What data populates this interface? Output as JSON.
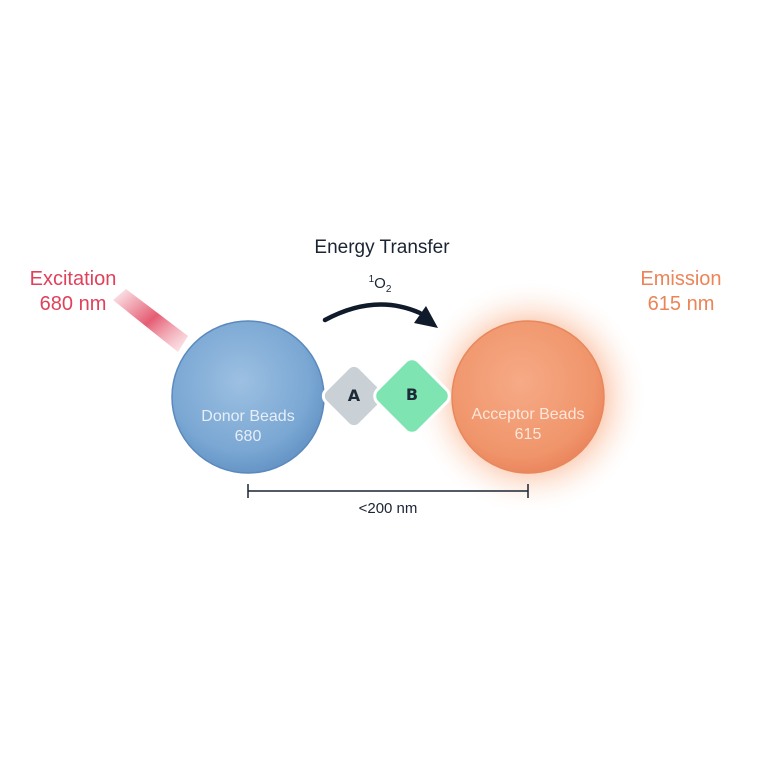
{
  "excitation": {
    "line1": "Excitation",
    "line2": "680 nm"
  },
  "emission": {
    "line1": "Emission",
    "line2": "615 nm"
  },
  "energy_transfer": {
    "title": "Energy Transfer",
    "species_superscript": "1",
    "species_base": "O",
    "species_subscript": "2"
  },
  "donor": {
    "line1": "Donor Beads",
    "line2": "680"
  },
  "acceptor": {
    "line1": "Acceptor Beads",
    "line2": "615"
  },
  "molecule_a": "A",
  "molecule_b": "B",
  "distance": "<200 nm",
  "colors": {
    "excitation": "#e0405a",
    "emission": "#ec8457",
    "donor_bead": "#7aa7d3",
    "acceptor_bead": "#f0976f",
    "molecule_a": "#c9d0d6",
    "molecule_b": "#7ee5b2",
    "text_dark": "#1a2433"
  }
}
